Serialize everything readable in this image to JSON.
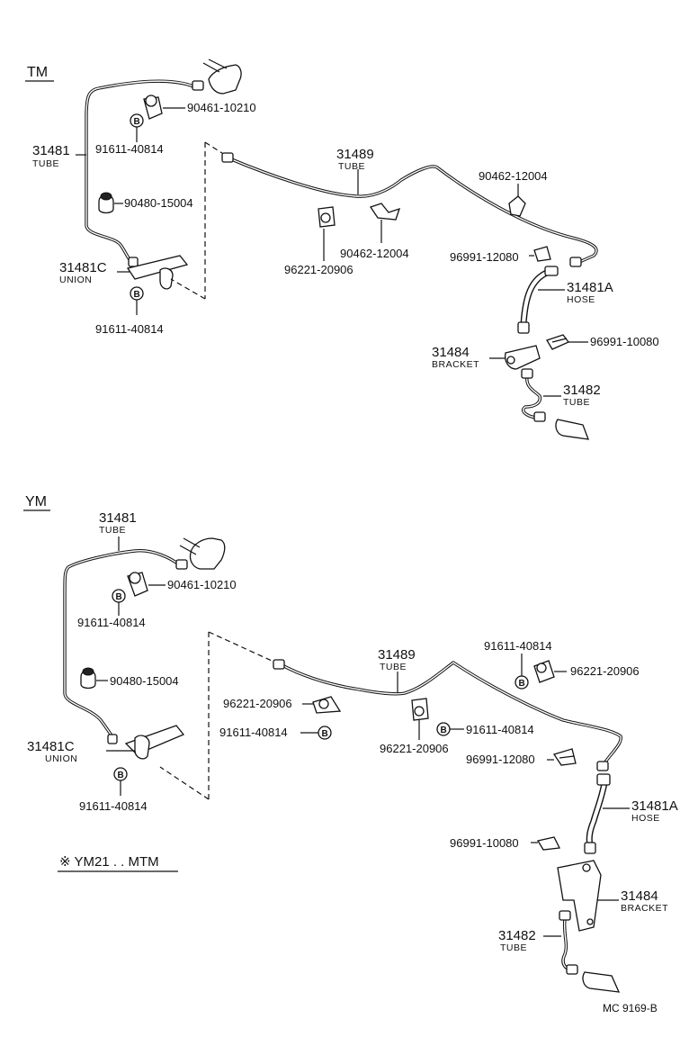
{
  "sections": {
    "tm": {
      "title": "TM",
      "labels": {
        "tube_31481": "31481",
        "tube_31481_sub": "TUBE",
        "p90461": "90461-10210",
        "p91611_a": "91611-40814",
        "p90480": "90480-15004",
        "union": "31481C",
        "union_sub": "UNION",
        "p91611_b": "91611-40814",
        "tube_31489": "31489",
        "tube_31489_sub": "TUBE",
        "p90462_a": "90462-12004",
        "p90462_b": "90462-12004",
        "p96221": "96221-20906",
        "p96991_12080": "96991-12080",
        "hose": "31481A",
        "hose_sub": "HOSE",
        "p96991_10080": "96991-10080",
        "bracket": "31484",
        "bracket_sub": "BRACKET",
        "tube_31482": "31482",
        "tube_31482_sub": "TUBE"
      }
    },
    "ym": {
      "title": "YM",
      "labels": {
        "tube_31481": "31481",
        "tube_31481_sub": "TUBE",
        "p90461": "90461-10210",
        "p91611_a": "91611-40814",
        "p90480": "90480-15004",
        "union": "31481C",
        "union_sub": "UNION",
        "p91611_b": "91611-40814",
        "tube_31489": "31489",
        "tube_31489_sub": "TUBE",
        "p91611_c": "91611-40814",
        "p96221_a": "96221-20906",
        "p96221_b": "96221-20906",
        "p91611_d": "91611-40814",
        "p96221_c": "96221-20906",
        "p91611_e": "91611-40814",
        "p96991_12080": "96991-12080",
        "hose": "31481A",
        "hose_sub": "HOSE",
        "p96991_10080": "96991-10080",
        "bracket": "31484",
        "bracket_sub": "BRACKET",
        "tube_31482": "31482",
        "tube_31482_sub": "TUBE",
        "note": "※ YM21 . . MTM"
      }
    }
  },
  "bolt_mark": "B",
  "note_mark": "※",
  "footer_code": "MC  9169-B"
}
